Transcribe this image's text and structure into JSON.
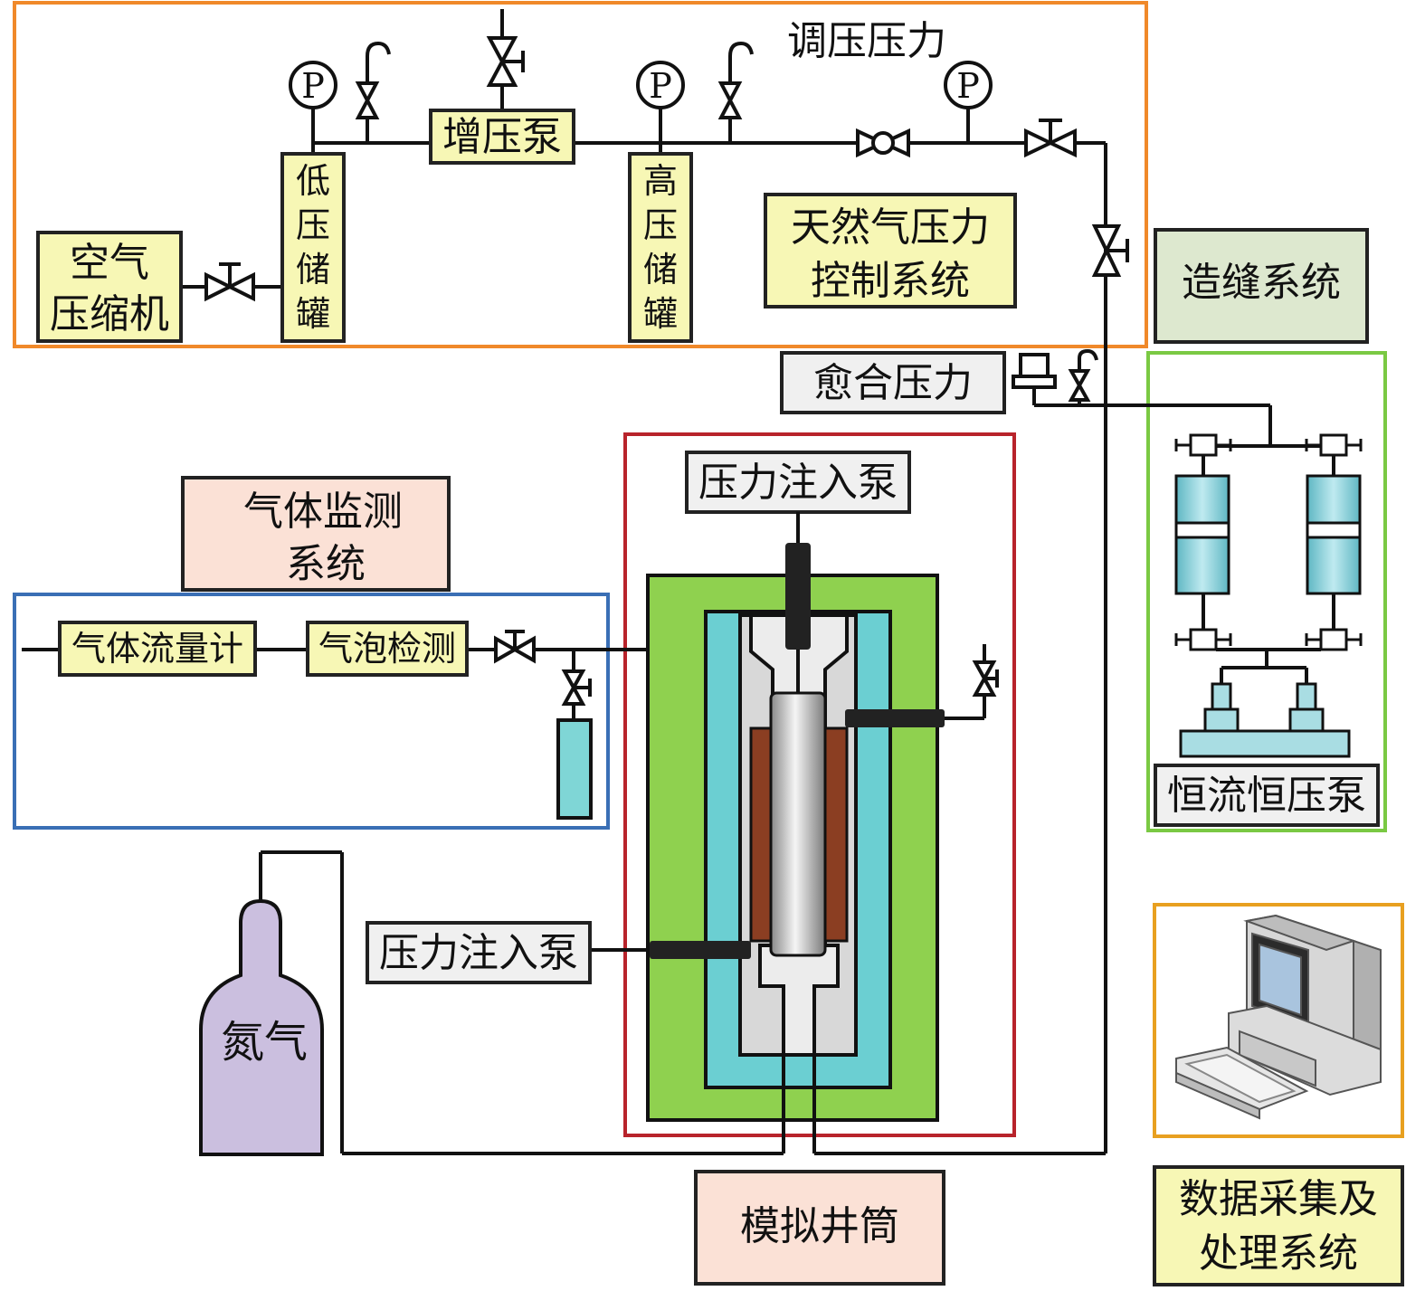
{
  "labels": {
    "regulating_pressure": "调压压力",
    "air_compressor_line1": "空气",
    "air_compressor_line2": "压缩机",
    "low_tank": [
      "低",
      "压",
      "储",
      "罐"
    ],
    "booster_pump": "增压泵",
    "high_tank": [
      "高",
      "压",
      "储",
      "罐"
    ],
    "gas_control_line1": "天然气压力",
    "gas_control_line2": "控制系统",
    "fracturing_system": "造缝系统",
    "healing_pressure": "愈合压力",
    "gas_monitor_line1": "气体监测",
    "gas_monitor_line2": "系统",
    "flow_meter": "气体流量计",
    "bubble_detect": "气泡检测",
    "injection_pump_top": "压力注入泵",
    "injection_pump_side": "压力注入泵",
    "constant_pump": "恒流恒压泵",
    "nitrogen": "氮气",
    "wellbore": "模拟井筒",
    "daq_line1": "数据采集及",
    "daq_line2": "处理系统",
    "gauge_symbol": "P"
  },
  "colors": {
    "gas_control_frame": "#f0892a",
    "fracturing_frame": "#7ac943",
    "gas_monitor_frame": "#3a6fb5",
    "wellbore_frame": "#b8232b",
    "daq_frame": "#e8a020",
    "yellow_box": "#f7f7b5",
    "green_box": "#dde8cf",
    "peach_box": "#fbe1d6",
    "gray_box": "#f0f0f0",
    "outer_green": "#8fd14f",
    "cyan": "#6bcfd2",
    "core_brown": "#8b3e22",
    "nitrogen_purple": "#cbbfdf",
    "pump_cyan": "#8fd3dc"
  }
}
